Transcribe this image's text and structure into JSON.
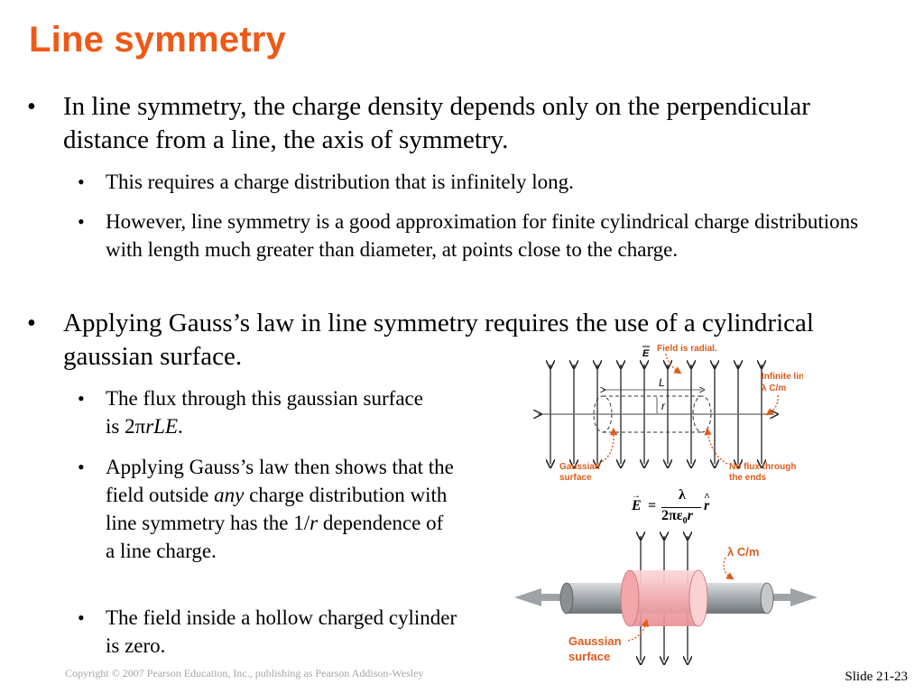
{
  "title": "Line symmetry",
  "bullets": {
    "b1": "In line symmetry, the charge density depends only on the perpendicular distance from a line, the axis of symmetry.",
    "b1a": "This requires a charge distribution that is infinitely long.",
    "b1b": "However, line symmetry is a good approximation for finite cylindrical charge distributions with length much greater than diameter, at points close to the charge.",
    "b2": "Applying Gauss’s law in line symmetry requires the use of a cylindrical gaussian surface.",
    "b2a": {
      "pre": "The flux through this gaussian surface is 2",
      "pi": "π",
      "rle": "rLE",
      "post": "."
    },
    "b2b": {
      "pre": "Applying Gauss’s law then shows that the field outside ",
      "any": "any",
      "mid": " charge distribution with line symmetry has the 1/",
      "r": "r",
      "post": " dependence of a line charge."
    },
    "b2c": "The field inside a hollow charged cylinder is zero."
  },
  "diagram_top": {
    "field_label": "Field is radial.",
    "e_vec": "E",
    "infinite_line": "Infinite line,",
    "lambda_line": "λ C/m",
    "L": "L",
    "r": "r",
    "gaussian_surface_1": "Gaussian",
    "gaussian_surface_2": "surface",
    "no_flux_1": "No flux through",
    "no_flux_2": "the ends"
  },
  "formula": {
    "lhs": "E",
    "eq": "=",
    "num": "λ",
    "den": "2πε",
    "den_sub": "0",
    "den_r": "r",
    "rhat": "r"
  },
  "diagram_bottom": {
    "lambda": "λ C/m",
    "gaussian_1": "Gaussian",
    "gaussian_2": "surface"
  },
  "footer": "Copyright © 2007 Pearson Education, Inc., publishing as Pearson Addison-Wesley",
  "slide_number": "Slide 21-23",
  "colors": {
    "title": "#ee5a16",
    "annotation": "#e05a1a",
    "cylinder": "#9ea3a8",
    "gaussian": "#f7b3b6"
  }
}
